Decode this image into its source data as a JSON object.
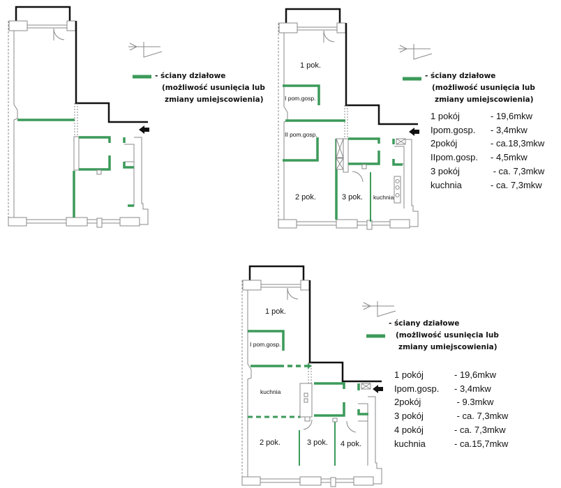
{
  "colors": {
    "partition": "#3c9a5a",
    "wall": "#111111",
    "outline": "#888888"
  },
  "legend": {
    "line1": "- ściany działowe",
    "line2": "(możliwość usunięcia lub",
    "line3": "zmiany umiejscowienia)"
  },
  "plan1": {},
  "plan2": {
    "rooms": {
      "r1": "1 pok.",
      "p1": "I pom.gosp.",
      "p2": "II pom.gosp.",
      "r2": "2 pok.",
      "r3": "3 pok.",
      "k": "kuchnia"
    },
    "areas": [
      {
        "name": "1 pokój",
        "value": "- 19,6mkw"
      },
      {
        "name": "Ipom.gosp.",
        "value": "- 3,4mkw"
      },
      {
        "name": "2pokój",
        "value": "-  ca.18,3mkw"
      },
      {
        "name": "IIpom.gosp.",
        "value": "- 4,5mkw"
      },
      {
        "name": "3 pokój",
        "value": " - ca. 7,3mkw"
      },
      {
        "name": "kuchnia",
        "value": "- ca. 7,3mkw"
      }
    ]
  },
  "plan3": {
    "rooms": {
      "r1": "1 pok.",
      "p1": "I pom.gosp.",
      "k": "kuchnia",
      "r2": "2 pok.",
      "r3": "3 pok.",
      "r4": "4 pok."
    },
    "areas": [
      {
        "name": "1 pokój",
        "value": "- 19,6mkw"
      },
      {
        "name": "Ipom.gosp.",
        "value": "- 3,4mkw"
      },
      {
        "name": "2pokój",
        "value": " - 9.3mkw"
      },
      {
        "name": "3 pokój",
        "value": "  - ca. 7,3mkw"
      },
      {
        "name": "4 pokój",
        "value": "- ca. 7,3mkw"
      },
      {
        "name": "kuchnia",
        "value": "- ca.15,7mkw"
      }
    ]
  }
}
